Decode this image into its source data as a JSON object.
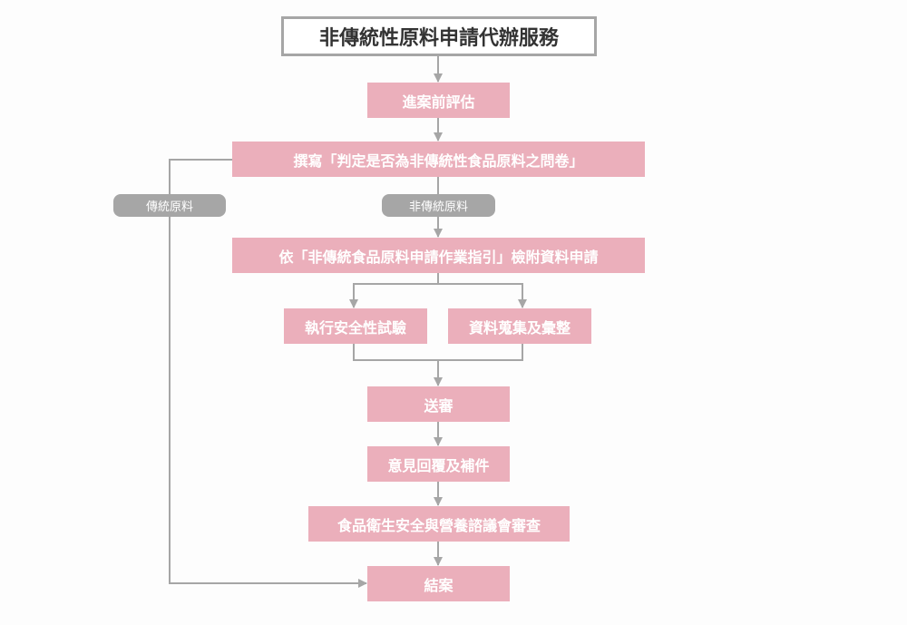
{
  "title": "非傳統性原料申請代辦服務",
  "steps": {
    "pre_assessment": "進案前評估",
    "questionnaire": "撰寫「判定是否為非傳統性食品原料之問卷」",
    "apply": "依「非傳統食品原料申請作業指引」檢附資料申請",
    "safety_test": "執行安全性試驗",
    "data_collection": "資料蒐集及彙整",
    "submit": "送審",
    "reply": "意見回覆及補件",
    "committee_review": "食品衛生安全與營養諮議會審查",
    "close": "結案"
  },
  "branches": {
    "traditional": "傳統原料",
    "non_traditional": "非傳統原料"
  },
  "colors": {
    "box": "#ebafbb",
    "line": "#a6a6a6"
  }
}
